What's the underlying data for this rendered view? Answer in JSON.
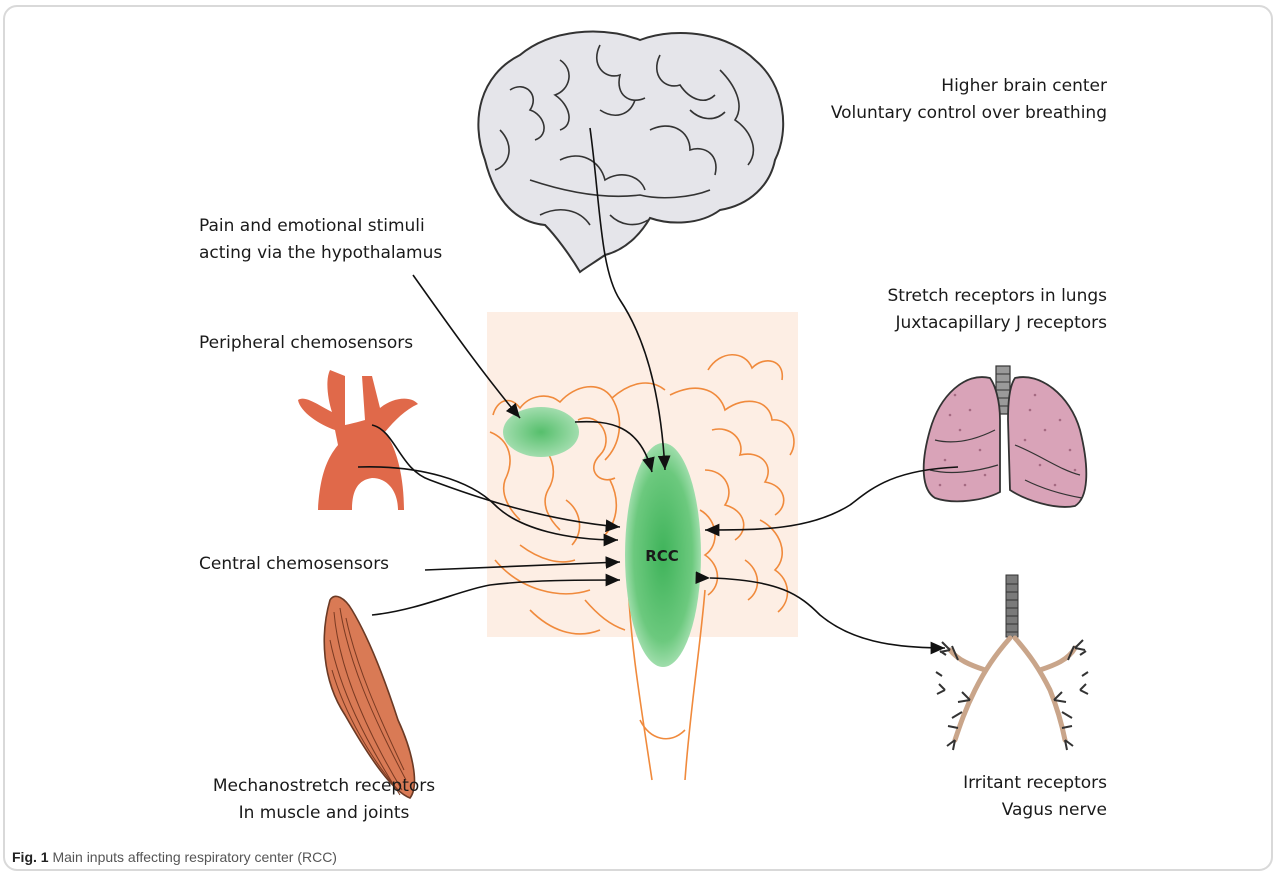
{
  "figure": {
    "caption_label": "Fig. 1",
    "caption_text": "Main inputs affecting respiratory center (RCC)"
  },
  "center_label": "RCC",
  "labels": {
    "higher_brain": [
      "Higher brain center",
      "Voluntary control over breathing"
    ],
    "hypothalamus": [
      "Pain and emotional stimuli",
      "acting via the hypothalamus"
    ],
    "stretch": [
      "Stretch receptors in lungs",
      "Juxtacapillary J receptors"
    ],
    "peripheral": [
      "Peripheral chemosensors"
    ],
    "central": [
      "Central chemosensors"
    ],
    "mechano": [
      "Mechanostretch receptors",
      "In muscle and joints"
    ],
    "irritant": [
      "Irritant receptors",
      "Vagus nerve"
    ]
  },
  "colors": {
    "brainstem_bg": "#fdeee4",
    "brainstem_line": "#f08a3c",
    "rcc_green": "#5cc270",
    "artery": "#e0694a",
    "muscle": "#d97a55",
    "lung": "#d9a3b8",
    "brain": "#e5e5ea",
    "bronchi": "#6a6a6a"
  }
}
